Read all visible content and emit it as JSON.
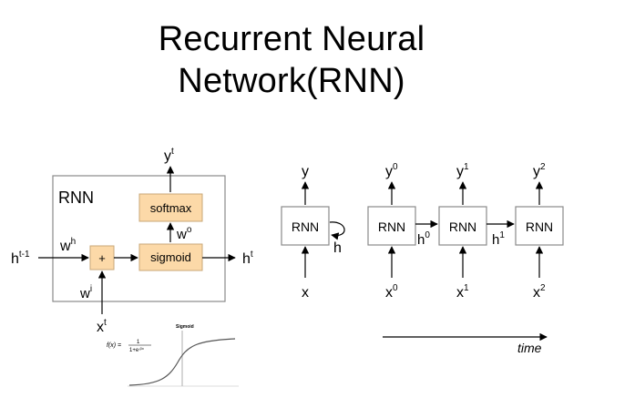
{
  "title": {
    "line1": "Recurrent Neural",
    "line2": "Network(RNN)"
  },
  "cell": {
    "label": "RNN",
    "softmax_label": "softmax",
    "sigmoid_label": "sigmoid",
    "plus_label": "+",
    "input_prev_hidden": "h",
    "input_prev_hidden_sup": "t-1",
    "output_hidden": "h",
    "output_hidden_sup": "t",
    "output": "y",
    "output_sup": "t",
    "input": "x",
    "input_sup": "t",
    "weight_h": "w",
    "weight_h_sup": "h",
    "weight_o": "w",
    "weight_o_sup": "o",
    "weight_i": "w",
    "weight_i_sup": "i"
  },
  "sigmoid_plot": {
    "title": "Sigmoid",
    "formula_lhs": "f(x) =",
    "formula_num": "1",
    "formula_den": "1+e",
    "formula_den_sup": "-βx"
  },
  "rolled": {
    "label": "RNN",
    "output": "y",
    "input": "x",
    "loop_label": "h"
  },
  "unrolled": {
    "cells": [
      {
        "label": "RNN",
        "y": "y",
        "y_sup": "0",
        "x": "x",
        "x_sup": "0"
      },
      {
        "label": "RNN",
        "y": "y",
        "y_sup": "1",
        "x": "x",
        "x_sup": "1"
      },
      {
        "label": "RNN",
        "y": "y",
        "y_sup": "2",
        "x": "x",
        "x_sup": "2"
      }
    ],
    "links": [
      {
        "h": "h",
        "h_sup": "0"
      },
      {
        "h": "h",
        "h_sup": "1"
      }
    ],
    "time_label": "time"
  },
  "colors": {
    "box_fill": "#fcd9a8",
    "box_stroke": "#c8a777",
    "frame_stroke": "#8a8a8a",
    "line": "#000000"
  }
}
